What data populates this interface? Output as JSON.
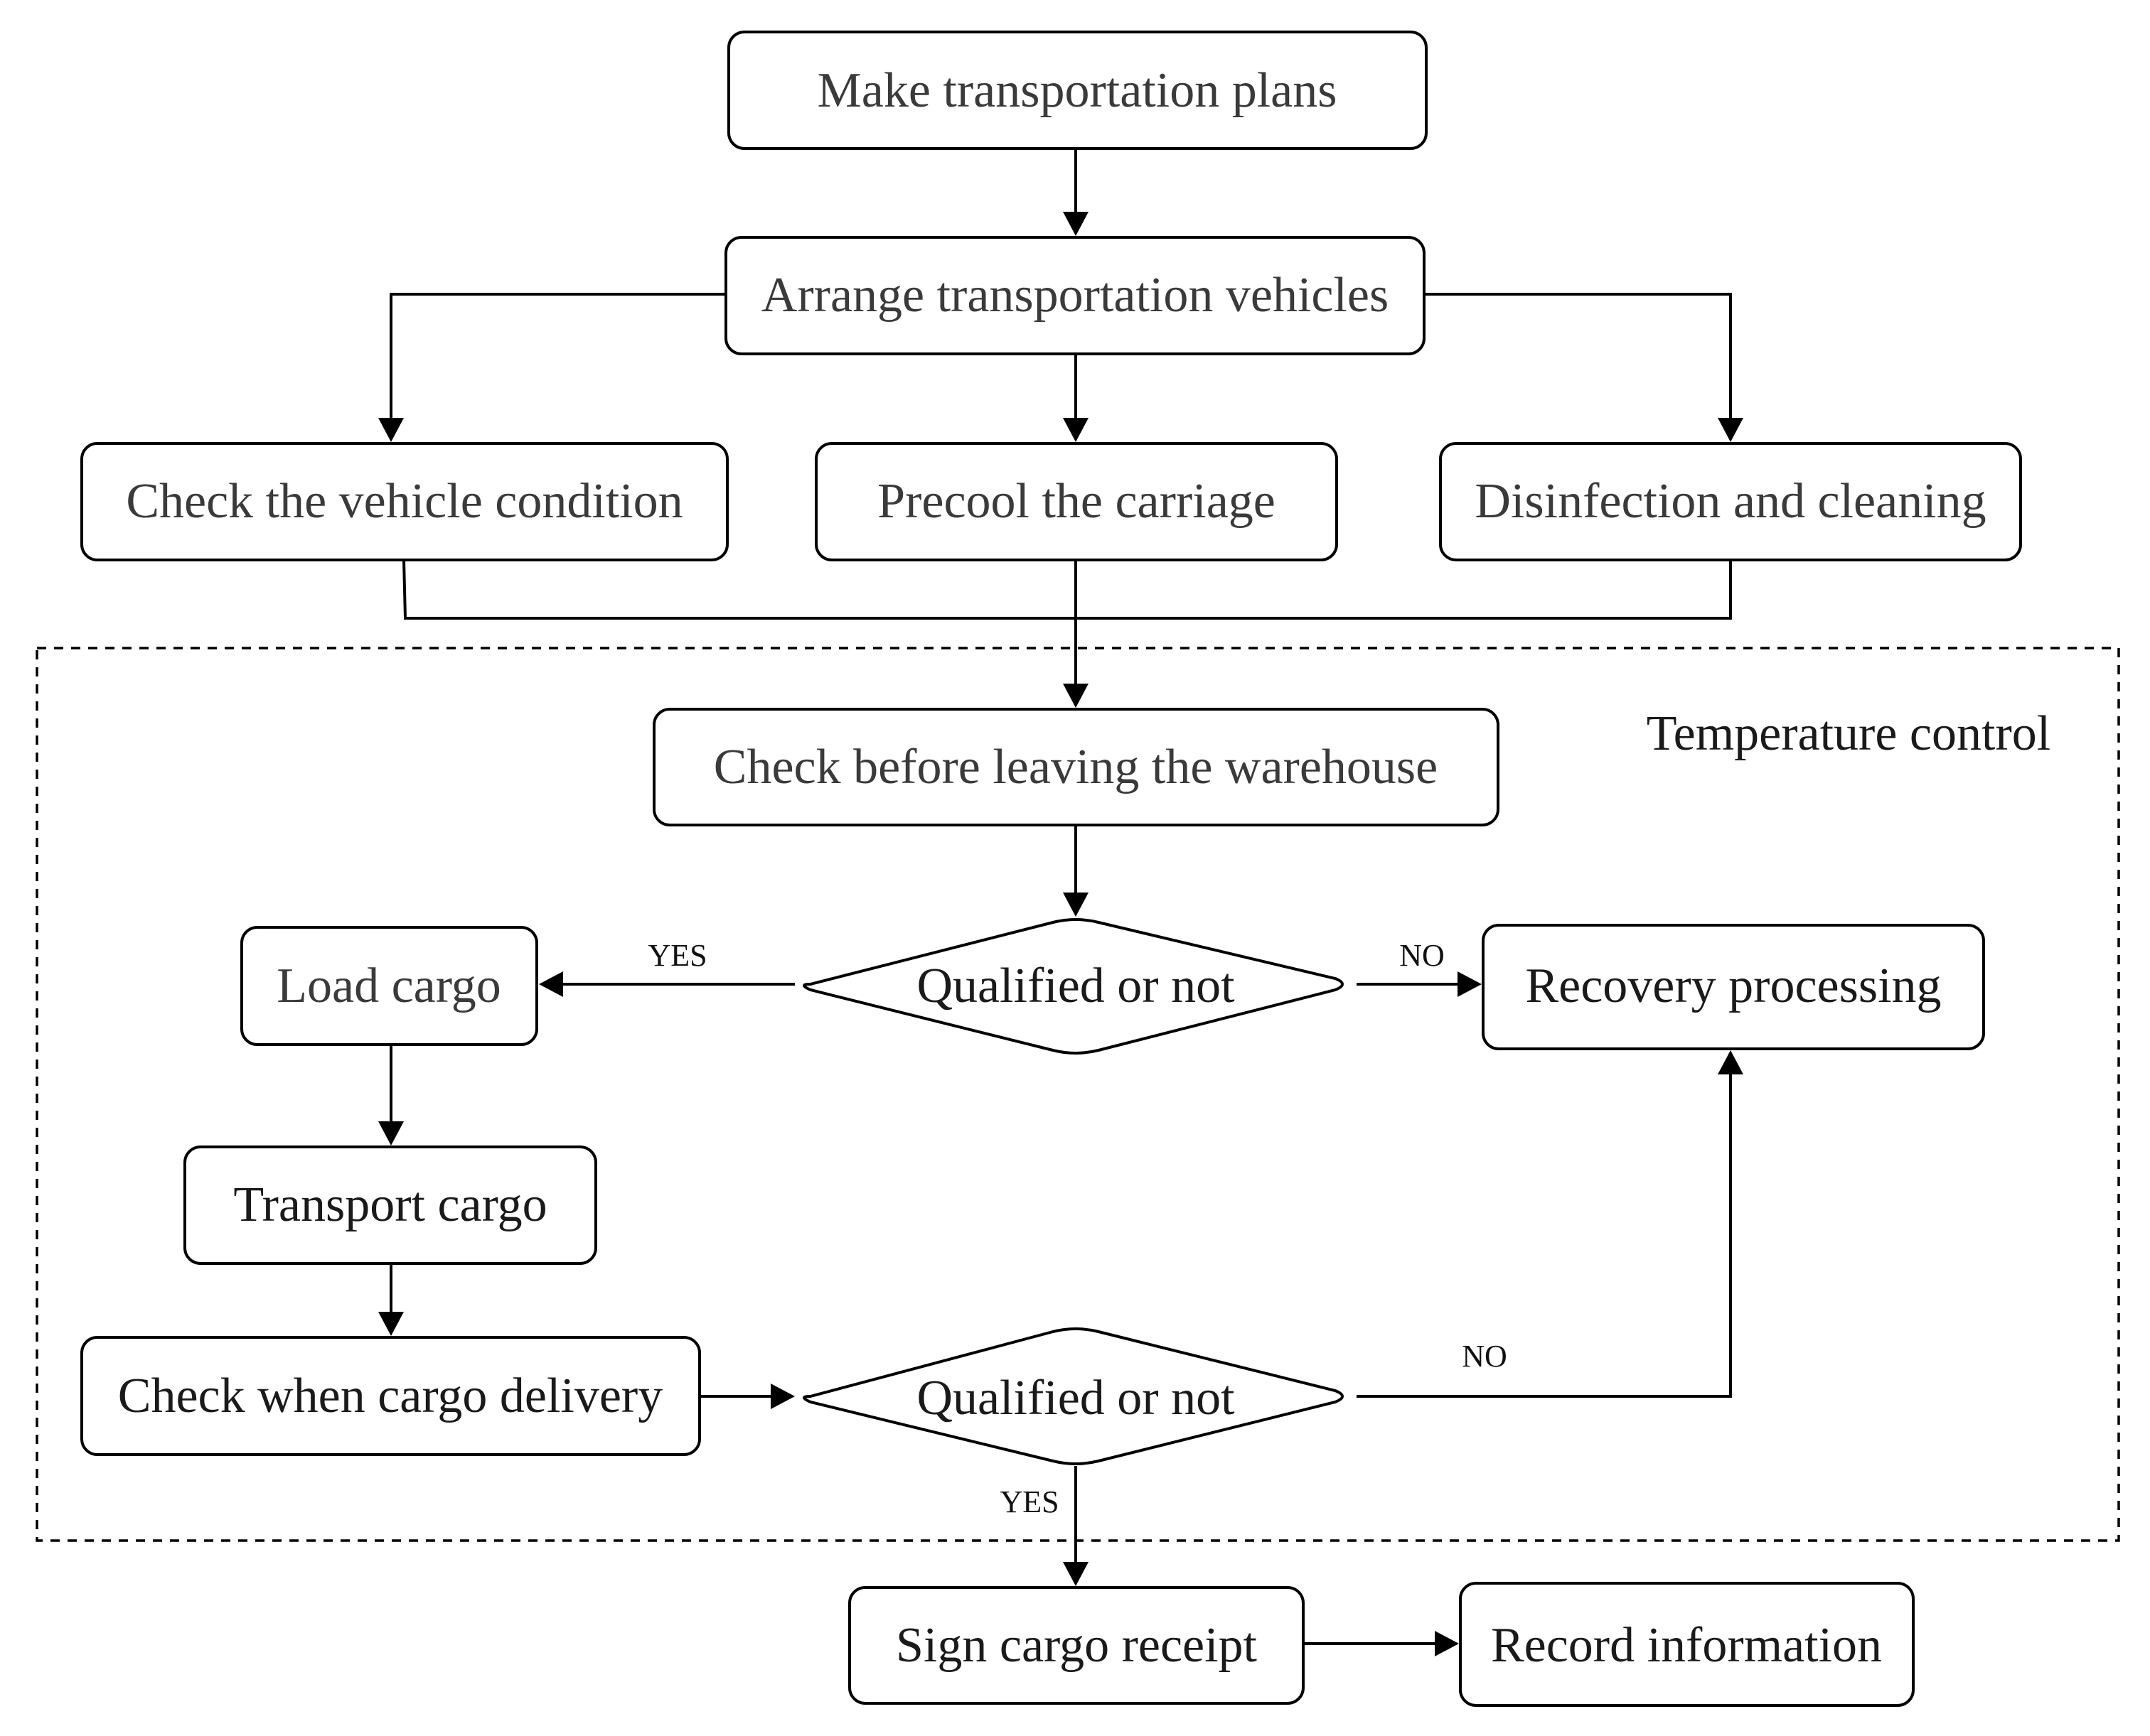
{
  "nodes": {
    "make_plans": "Make transportation plans",
    "arrange_vehicles": "Arrange transportation vehicles",
    "check_vehicle": "Check the vehicle condition",
    "precool": "Precool the carriage",
    "disinfection": "Disinfection and cleaning",
    "check_before_leaving": "Check before leaving the warehouse",
    "qualified_1": "Qualified or not",
    "load_cargo": "Load cargo",
    "recovery": "Recovery processing",
    "transport_cargo": "Transport cargo",
    "check_delivery": "Check when cargo delivery",
    "qualified_2": "Qualified or not",
    "sign_receipt": "Sign cargo receipt",
    "record_info": "Record information"
  },
  "region_label": "Temperature control",
  "edge_labels": {
    "q1_yes": "YES",
    "q1_no": "NO",
    "q2_no": "NO",
    "q2_yes": "YES"
  }
}
